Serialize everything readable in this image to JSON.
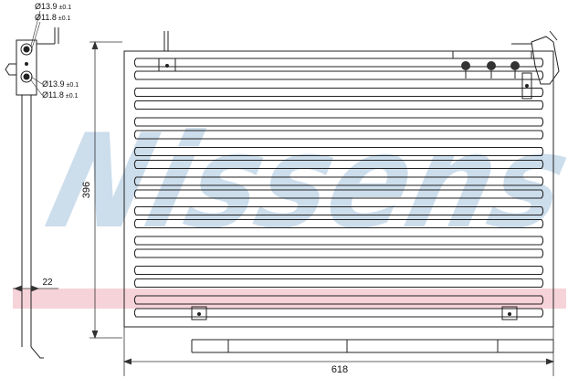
{
  "dimensions": {
    "height": "396",
    "width": "618",
    "offset": "22",
    "inlet_outer_dia": "Ø13.9",
    "inlet_outer_tol": "±0.1",
    "inlet_inner_dia": "Ø11.8",
    "inlet_inner_tol": "±0.1",
    "outlet_outer_dia": "Ø13.9",
    "outlet_outer_tol": "±0.1",
    "outlet_inner_dia": "Ø11.8",
    "outlet_inner_tol": "±0.1"
  },
  "watermark": {
    "text": "Nissens",
    "color": "#8fb4d6"
  },
  "colors": {
    "line": "#222222",
    "band": "#f3c4cc",
    "dim_line": "#333333"
  }
}
